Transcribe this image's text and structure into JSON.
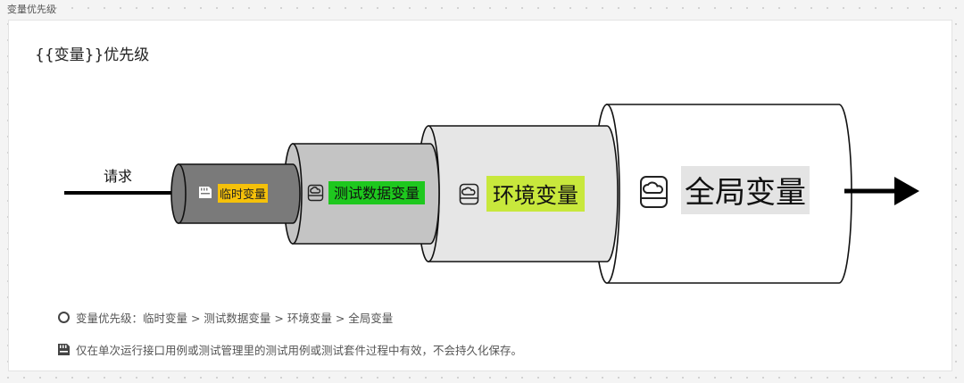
{
  "frame_title": "变量优先级",
  "card_title": "{{变量}}优先级",
  "request_label": "请求",
  "layers": [
    {
      "label": "临时变量",
      "icon": "sd-card-icon",
      "highlight": "#f5c10a"
    },
    {
      "label": "测试数据变量",
      "icon": "cloud-drive-icon",
      "highlight": "#1ec81e"
    },
    {
      "label": "环境变量",
      "icon": "cloud-drive-icon",
      "highlight": "#c8e83c"
    },
    {
      "label": "全局变量",
      "icon": "cloud-drive-icon",
      "highlight": "#e4e4e4"
    }
  ],
  "notes": [
    {
      "icon": "circle-icon",
      "text": "变量优先级：临时变量 > 测试数据变量 > 环境变量 > 全局变量"
    },
    {
      "icon": "sd-card-icon",
      "text": "仅在单次运行接口用例或测试管理里的测试用例或测试套件过程中有效，不会持久化保存。"
    }
  ],
  "colors": {
    "temp_cylinder": "#7a7a7a",
    "testdata_cylinder": "#c4c4c4",
    "env_cylinder": "#e6e6e6",
    "global_cylinder": "#ffffff"
  }
}
